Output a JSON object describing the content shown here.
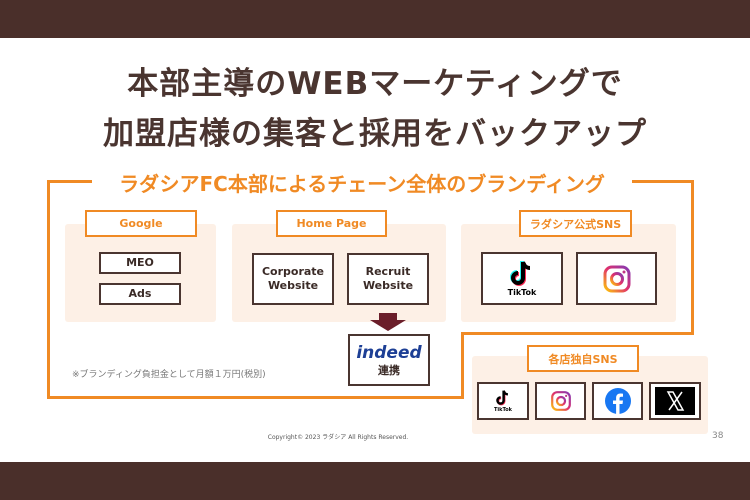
{
  "title": {
    "line1": "本部主導のWEBマーケティングで",
    "line2": "加盟店様の集客と採用をバックアップ"
  },
  "frame_heading": "ラダシアFC本部によるチェーン全体のブランディング",
  "google": {
    "label": "Google",
    "items": [
      "MEO",
      "Ads"
    ]
  },
  "homepage": {
    "label": "Home Page",
    "items": [
      "Corporate Website",
      "Recruit Website"
    ]
  },
  "indeed": {
    "logo": "indeed",
    "text": "連携"
  },
  "official_sns": {
    "label": "ラダシア公式SNS",
    "icons": [
      "tiktok-icon",
      "instagram-icon"
    ],
    "tiktok_text": "TikTok"
  },
  "store_sns": {
    "label": "各店独自SNS",
    "icons": [
      "tiktok-icon",
      "instagram-icon",
      "facebook-icon",
      "x-icon"
    ],
    "tiktok_text": "TikTok"
  },
  "note": "※ブランディング負担金として月額１万円(税別)",
  "footer": {
    "copyright": "Copyright© 2023 ラダシア All Rights Reserved.",
    "page": "38"
  },
  "colors": {
    "orange": "#f08a24",
    "brown": "#4a2f2a",
    "panel": "#fdf0e6",
    "arrow": "#6b1e2a"
  }
}
